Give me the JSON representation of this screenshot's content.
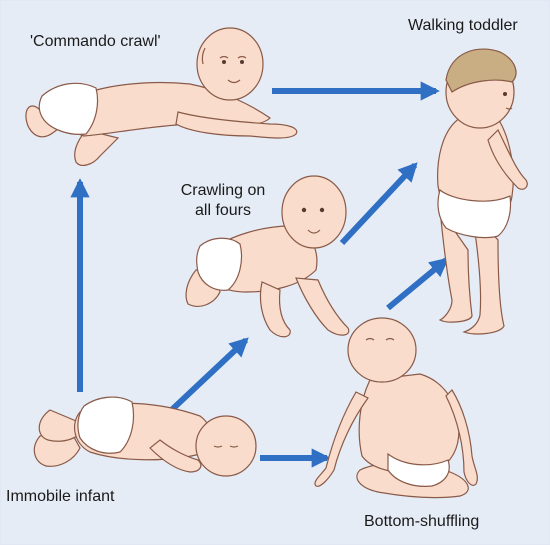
{
  "stages": {
    "commando_crawl": "'Commando crawl'",
    "walking_toddler": "Walking toddler",
    "crawling_line1": "Crawling on",
    "crawling_line2": "all fours",
    "immobile_infant": "Immobile infant",
    "bottom_shuffling": "Bottom-shuffling"
  },
  "colors": {
    "background": "#e6ecf6",
    "arrow": "#2f6fc4",
    "skin": "#f9dccb",
    "skin_outline": "#8a5a48",
    "diaper": "#ffffff",
    "hair": "#c9ae84"
  },
  "arrows": [
    {
      "from": "immobile_infant",
      "to": "commando_crawl"
    },
    {
      "from": "immobile_infant",
      "to": "crawling_on_all_fours"
    },
    {
      "from": "immobile_infant",
      "to": "bottom_shuffling"
    },
    {
      "from": "commando_crawl",
      "to": "walking_toddler"
    },
    {
      "from": "crawling_on_all_fours",
      "to": "walking_toddler"
    },
    {
      "from": "bottom_shuffling",
      "to": "walking_toddler"
    }
  ]
}
